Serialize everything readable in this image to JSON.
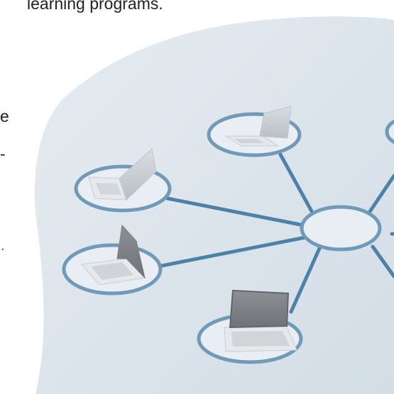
{
  "caption": {
    "text": "learning programs."
  },
  "left_fragments": {
    "e": "e",
    "dash": "-",
    "dot": "·"
  },
  "illustration": {
    "background_color": "#dde5ec",
    "ring_color": "#6f9ab8",
    "line_color": "#4d82a8",
    "laptops": [
      {
        "name": "laptop-top"
      },
      {
        "name": "laptop-left-upper"
      },
      {
        "name": "laptop-left-lower"
      },
      {
        "name": "laptop-bottom"
      }
    ]
  }
}
